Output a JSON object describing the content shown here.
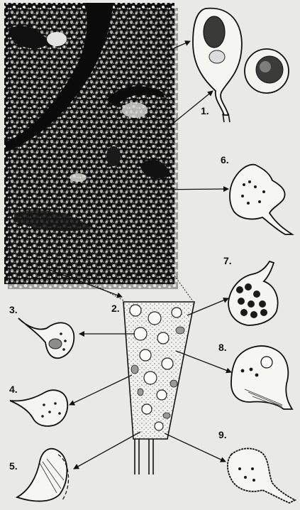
{
  "figure": {
    "labels": {
      "n1": "1.",
      "n2": "2.",
      "n3": "3.",
      "n4": "4.",
      "n5": "5.",
      "n6": "6.",
      "n7": "7.",
      "n8": "8.",
      "n9": "9."
    },
    "colors": {
      "background": "#e9e9e6",
      "ink": "#111111",
      "micrograph_dark": "#0d0d0d"
    }
  }
}
